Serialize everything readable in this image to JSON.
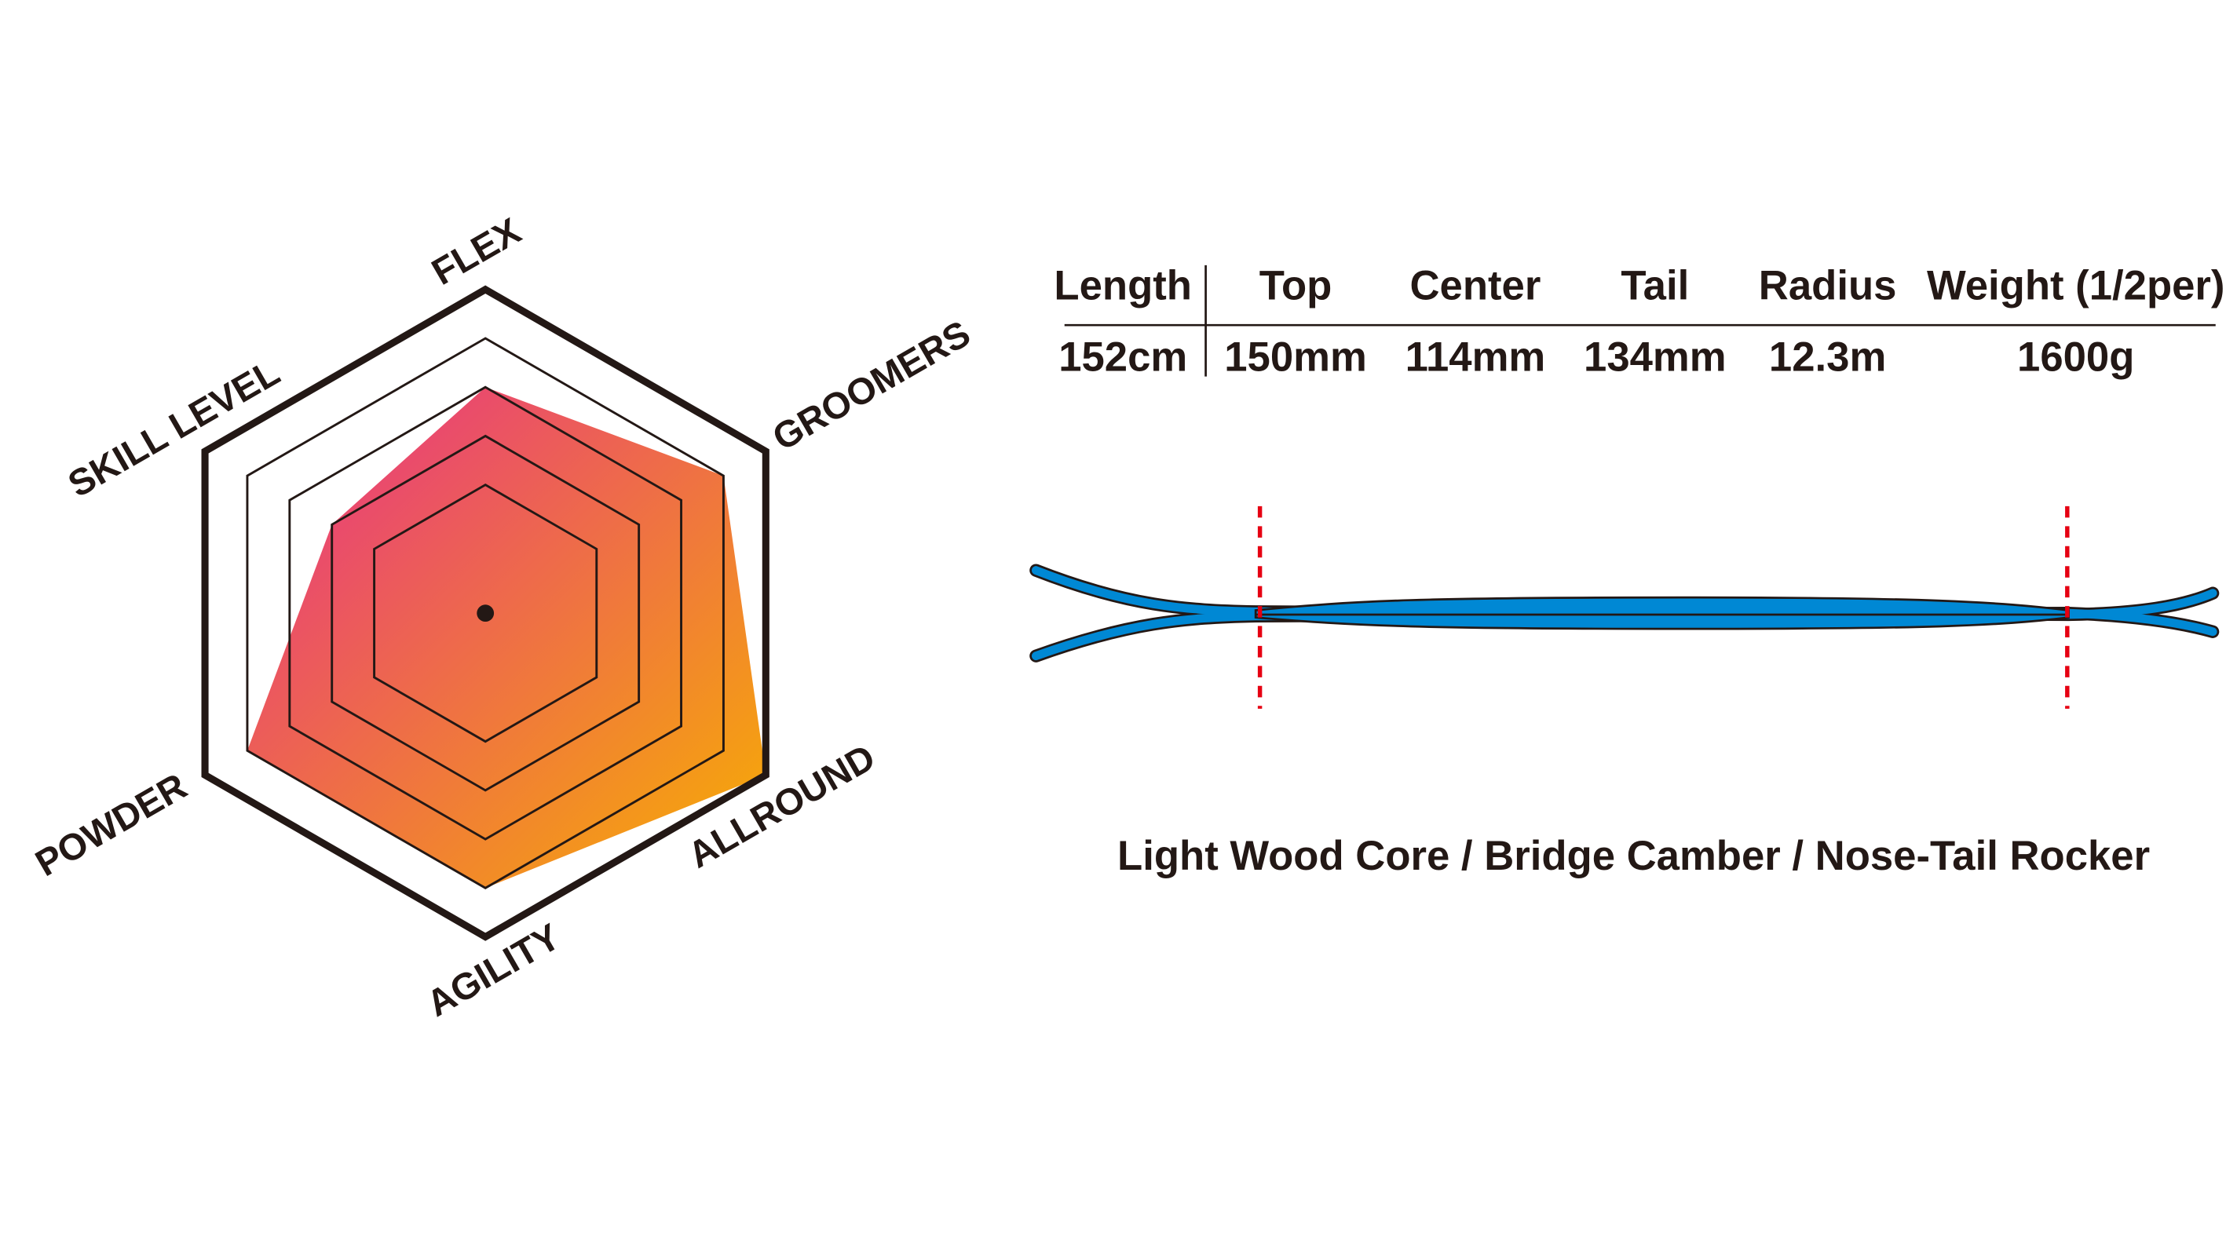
{
  "chart_data": {
    "type": "radar",
    "axes": [
      "FLEX",
      "GROOMERS",
      "ALLROUND",
      "AGILITY",
      "POWDER",
      "SKILL LEVEL"
    ],
    "values": [
      3,
      4,
      5,
      4,
      4,
      2
    ],
    "range": [
      0,
      5
    ],
    "colors": {
      "gradient_start": "#e62e8b",
      "gradient_end": "#f7b000",
      "grid": "#231815"
    }
  },
  "specs": {
    "headers": [
      "Length",
      "Top",
      "Center",
      "Tail",
      "Radius",
      "Weight (1/2per)"
    ],
    "values": [
      "152cm",
      "150mm",
      "114mm",
      "134mm",
      "12.3m",
      "1600g"
    ]
  },
  "board": {
    "color": "#0088d4",
    "contact_line_color": "#e60012",
    "caption": "Light Wood Core / Bridge Camber / Nose-Tail Rocker"
  }
}
